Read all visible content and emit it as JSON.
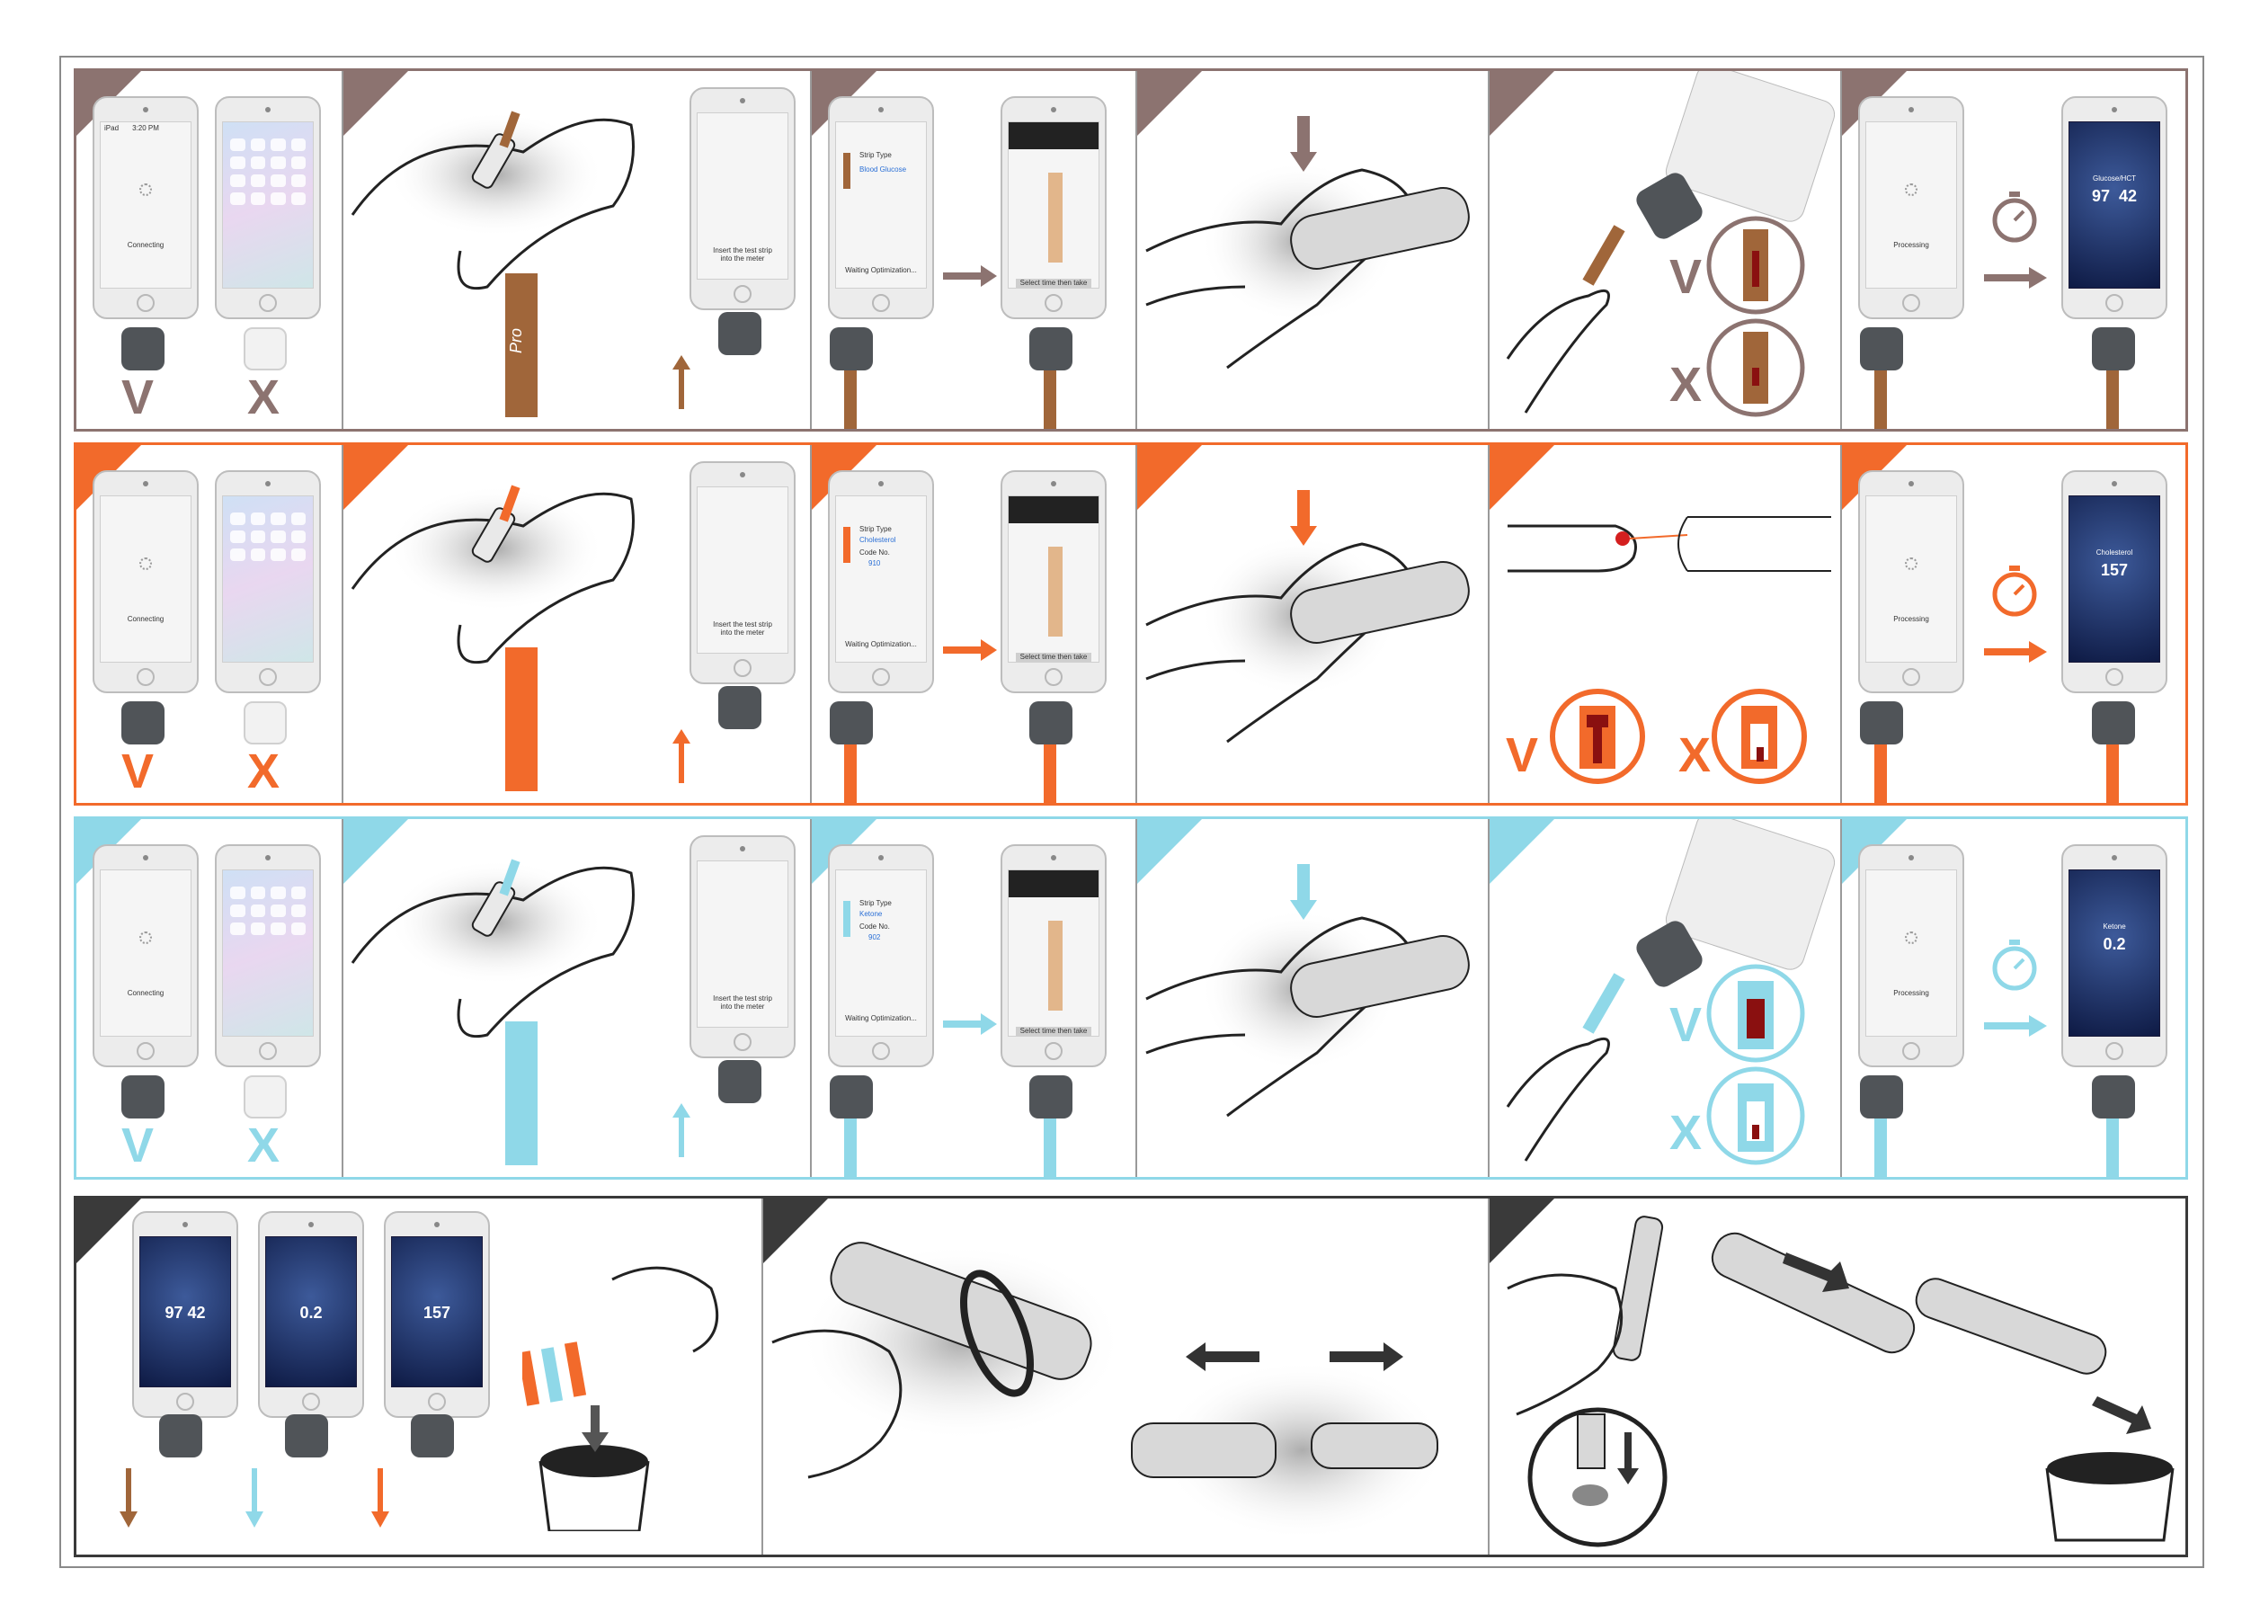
{
  "colors": {
    "row1": "#8c7370",
    "row2": "#f26a2b",
    "row3": "#8fd8e8",
    "row4": "#3a3a3a",
    "strip_brown": "#a0663a",
    "strip_orange": "#f26a2b",
    "strip_teal": "#8fd8e8"
  },
  "phone_ui": {
    "status_carrier": "iPad",
    "status_time": "3:20 PM",
    "connecting": "Connecting",
    "processing": "Processing",
    "waiting": "Waiting Optimization...",
    "insert": "Insert the test strip into the meter",
    "select_time": "Select time then take blood samples",
    "strip_type_label": "Strip Type",
    "code_no_label": "Code No.",
    "glucose_label": "Glucose/HCT"
  },
  "rows": [
    {
      "name": "glucose",
      "strip_type_value": "Blood Glucose",
      "code_value": "",
      "result_label": "Glucose/HCT",
      "result_values": [
        "97",
        "42"
      ],
      "strip_text": "Pro",
      "check": "V",
      "cross": "X"
    },
    {
      "name": "cholesterol",
      "strip_type_value": "Cholesterol",
      "code_value": "910",
      "result_label": "Cholesterol",
      "result_values": [
        "157"
      ],
      "strip_text": "",
      "check": "V",
      "cross": "X"
    },
    {
      "name": "ketone",
      "strip_type_value": "Ketone",
      "code_value": "902",
      "result_label": "Ketone",
      "result_values": [
        "0.2"
      ],
      "strip_text": "",
      "check": "V",
      "cross": "X"
    }
  ],
  "bottom_results": [
    "97 42",
    "0.2",
    "157"
  ]
}
